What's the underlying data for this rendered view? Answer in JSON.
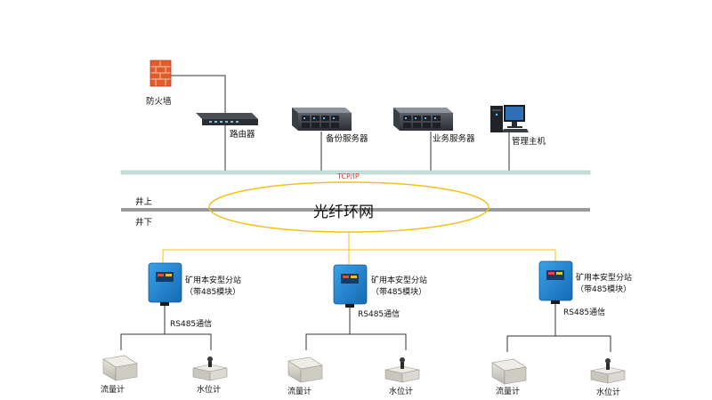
{
  "network": {
    "firewall_label": "防火墙",
    "router_label": "路由器",
    "backup_server_label": "备份服务器",
    "business_server_label": "业务服务器",
    "admin_host_label": "管理主机",
    "protocol_label": "TCP/IP",
    "above_ground_label": "井上",
    "below_ground_label": "井下",
    "ring_label": "光纤环网"
  },
  "substations": [
    {
      "name_line1": "矿用本安型分站",
      "name_line2": "（带485模块）",
      "comm_label": "RS485通信",
      "sensors": [
        {
          "label": "流量计",
          "icon": "flow-meter-icon"
        },
        {
          "label": "水位计",
          "icon": "water-level-meter-icon"
        }
      ]
    },
    {
      "name_line1": "矿用本安型分站",
      "name_line2": "（带485模块）",
      "comm_label": "RS485通信",
      "sensors": [
        {
          "label": "流量计",
          "icon": "flow-meter-icon"
        },
        {
          "label": "水位计",
          "icon": "water-level-meter-icon"
        }
      ]
    },
    {
      "name_line1": "矿用本安型分站",
      "name_line2": "（带485模块）",
      "comm_label": "RS485通信",
      "sensors": [
        {
          "label": "流量计",
          "icon": "flow-meter-icon"
        },
        {
          "label": "水位计",
          "icon": "water-level-meter-icon"
        }
      ]
    }
  ],
  "colors": {
    "bus_line": "#c8e0dc",
    "ground_divider": "#9a9a9a",
    "ring_ellipse": "#f2c21b",
    "substation_blue": "#1e88d6",
    "connector_black": "#333333"
  }
}
